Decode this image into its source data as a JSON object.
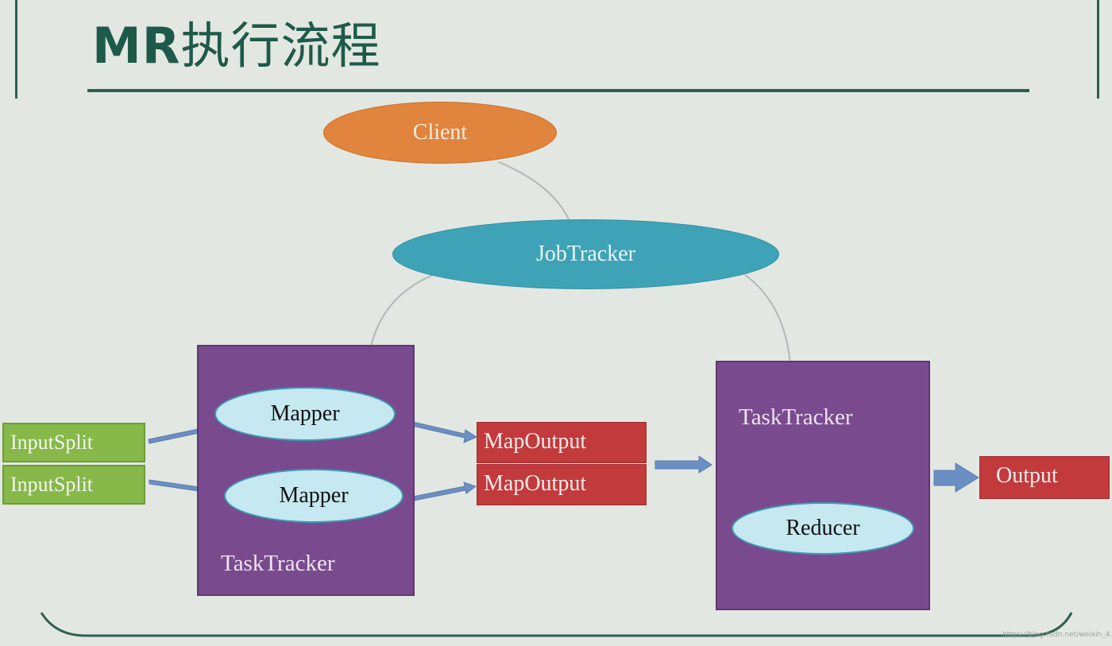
{
  "title": {
    "bold": "MR",
    "rest": "执行流程"
  },
  "diagram": {
    "client": "Client",
    "job_tracker": "JobTracker",
    "task_tracker_map": "TaskTracker",
    "task_tracker_reduce": "TaskTracker",
    "mappers": [
      "Mapper",
      "Mapper"
    ],
    "input_splits": [
      "InputSplit",
      "InputSplit"
    ],
    "map_outputs": [
      "MapOutput",
      "MapOutput"
    ],
    "reducer": "Reducer",
    "output": "Output"
  },
  "watermark": "https://blog.csdn.net/weixin_4..."
}
